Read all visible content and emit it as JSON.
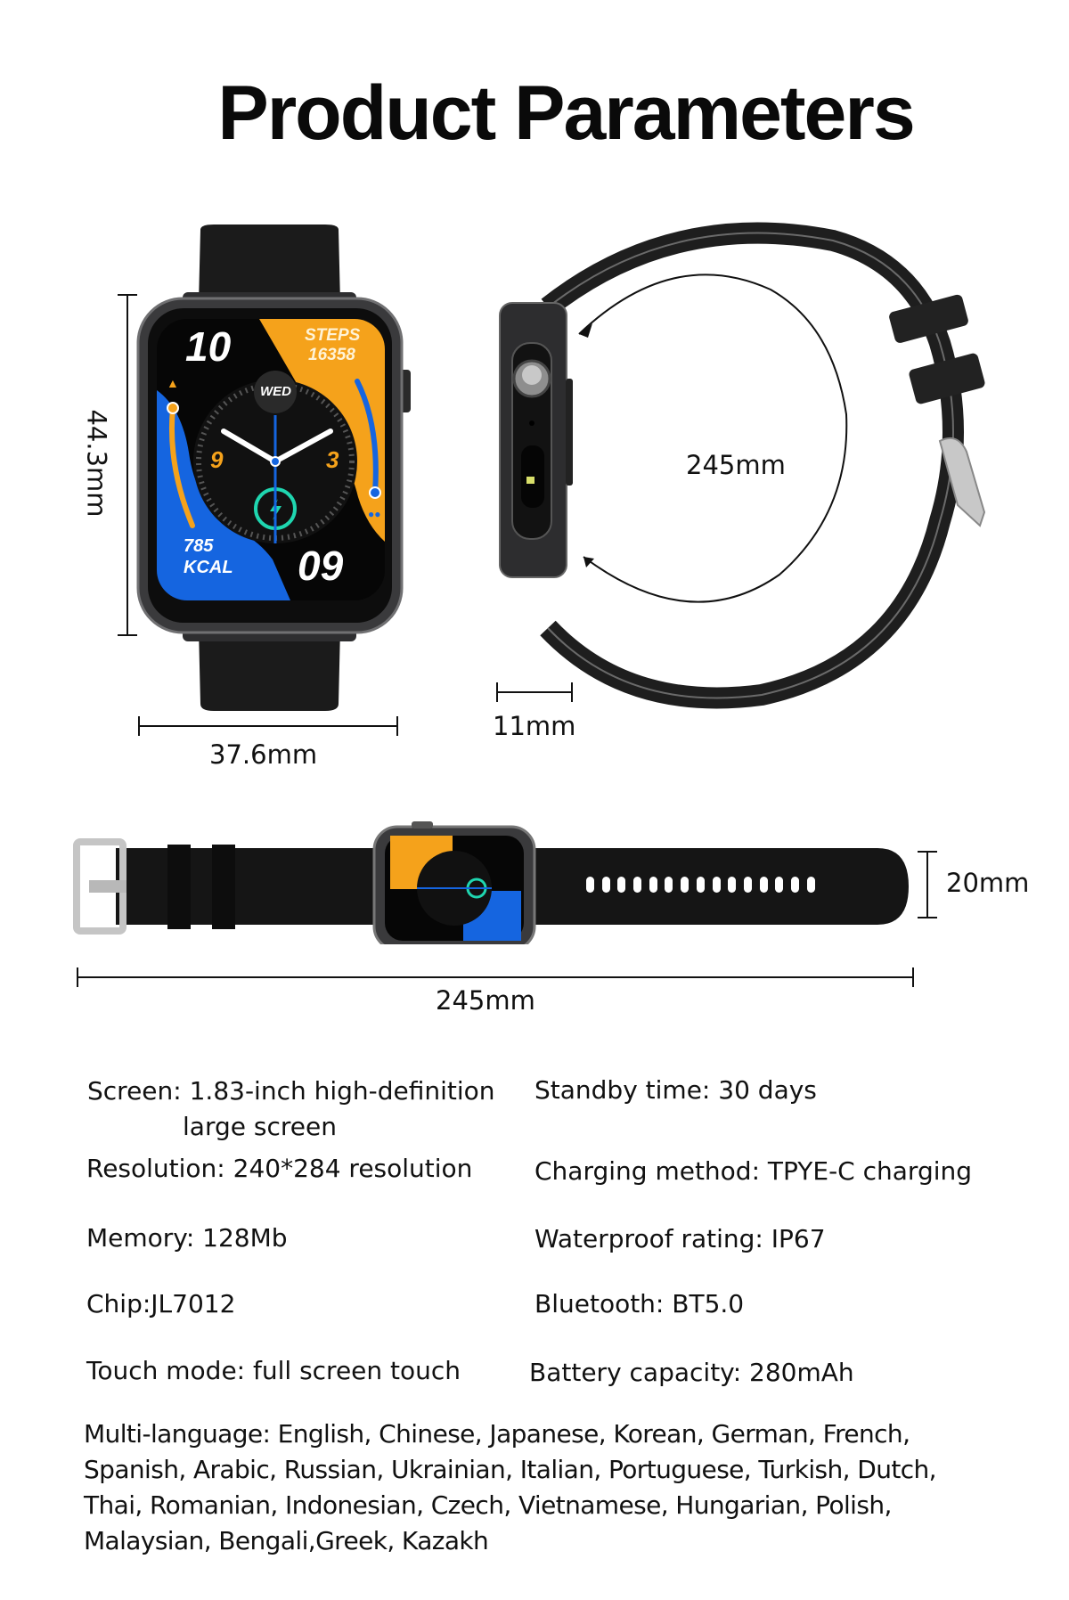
{
  "page": {
    "title": "Product Parameters"
  },
  "front_view": {
    "height_label": "44.3mm",
    "width_label": "37.6mm",
    "watch_face": {
      "hour": "10",
      "minute": "09",
      "steps_label": "STEPS",
      "steps_value": "16358",
      "day": "WED",
      "dial_left_numeral": "9",
      "dial_right_numeral": "3",
      "kcal_value": "785",
      "kcal_label": "KCAL",
      "colors": {
        "orange": "#F5A21B",
        "blue": "#1565E0",
        "black": "#060606",
        "teal": "#1FD6B0"
      }
    }
  },
  "side_view": {
    "circumference_label": "245mm",
    "thickness_label": "11mm"
  },
  "strap_view": {
    "strap_width_label": "20mm",
    "total_length_label": "245mm",
    "hole_count": 15
  },
  "specs": {
    "left": [
      {
        "label": "Screen: 1.83-inch high-definition",
        "continuation": "large screen"
      },
      {
        "label": "Resolution: 240*284 resolution"
      },
      {
        "label": "Memory: 128Mb"
      },
      {
        "label": "Chip:JL7012"
      },
      {
        "label": "Touch mode: full screen touch"
      }
    ],
    "right": [
      {
        "label": "Standby time: 30 days"
      },
      {
        "label": "Charging method: TPYE-C charging"
      },
      {
        "label": "Waterproof rating: IP67"
      },
      {
        "label": "Bluetooth: BT5.0"
      },
      {
        "label": "Battery capacity: 280mAh"
      }
    ],
    "languages": {
      "line1": "Multi-language: English, Chinese, Japanese, Korean, German, French,",
      "line2": "Spanish, Arabic, Russian, Ukrainian, Italian, Portuguese, Turkish, Dutch,",
      "line3": "Thai, Romanian, Indonesian, Czech, Vietnamese, Hungarian, Polish,",
      "line4": "Malaysian, Bengali,Greek, Kazakh"
    }
  }
}
